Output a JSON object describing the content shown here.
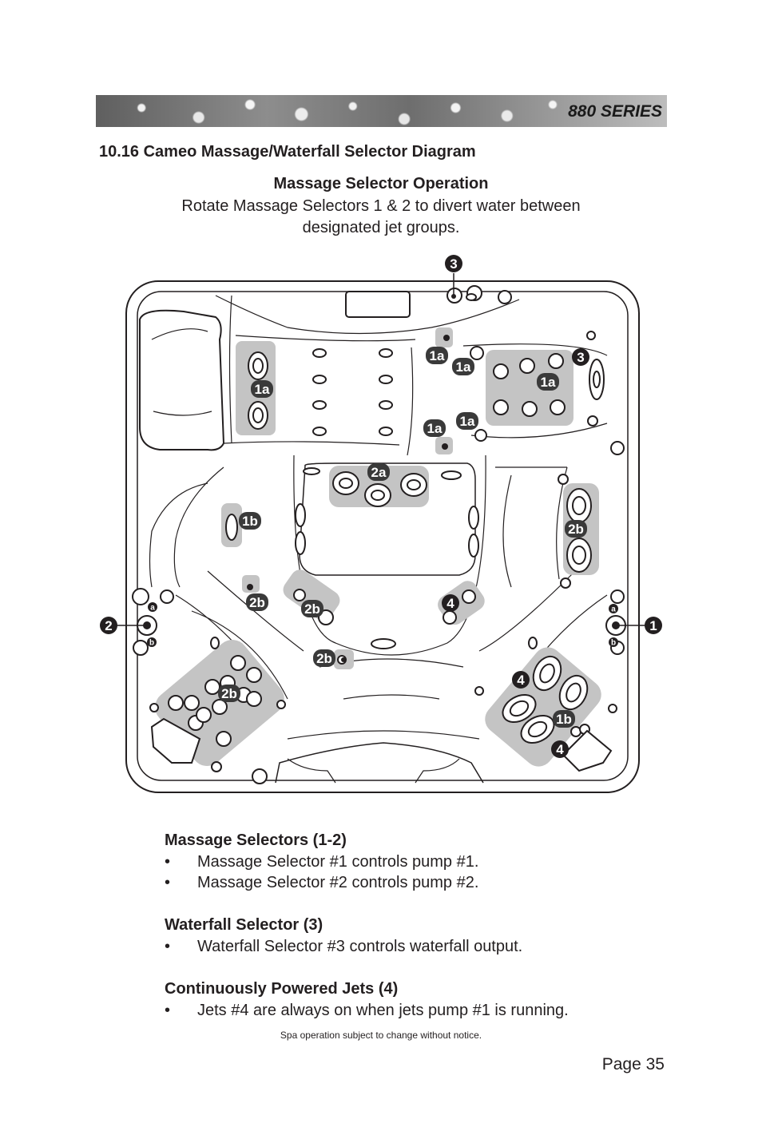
{
  "header": {
    "series": "880 SERIES"
  },
  "section": {
    "title": "10.16  Cameo Massage/Waterfall Selector Diagram"
  },
  "operation": {
    "title": "Massage Selector Operation",
    "line1": "Rotate Massage Selectors 1 & 2 to divert water between",
    "line2": "designated jet groups."
  },
  "diagram": {
    "labels": [
      "3",
      "1a",
      "1a",
      "1a",
      "1a",
      "1a",
      "1a",
      "3",
      "2a",
      "1b",
      "2b",
      "2b",
      "2b",
      "4",
      "2",
      "1",
      "a",
      "b",
      "a",
      "b",
      "2b",
      "2b",
      "4",
      "1b",
      "4"
    ],
    "colors": {
      "highlight": "#c4c4c4",
      "ink": "#231f20"
    }
  },
  "legend": [
    {
      "title": "Massage Selectors (1-2)",
      "items": [
        "Massage Selector #1 controls pump #1.",
        "Massage Selector #2 controls pump #2."
      ]
    },
    {
      "title": "Waterfall Selector (3)",
      "items": [
        "Waterfall Selector #3 controls waterfall output."
      ]
    },
    {
      "title": "Continuously Powered Jets (4)",
      "items": [
        "Jets #4 are always on when jets pump #1 is running."
      ]
    }
  ],
  "footer": {
    "notice": "Spa operation subject to change without notice.",
    "page": "Page 35"
  }
}
